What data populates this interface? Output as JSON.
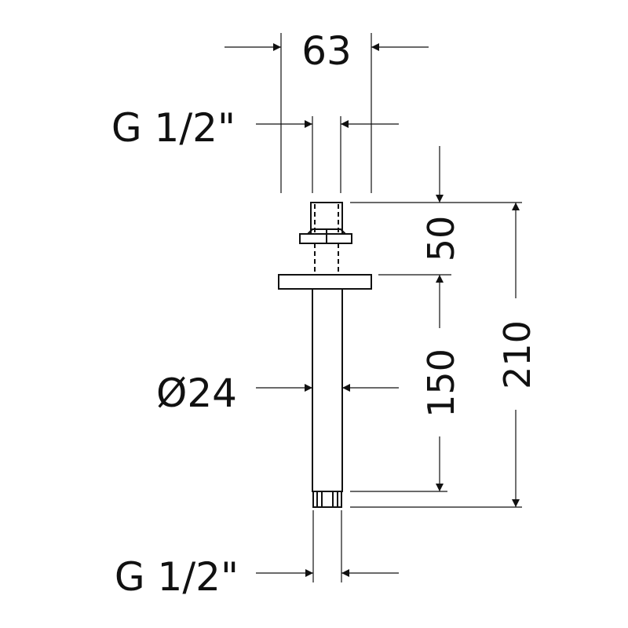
{
  "colors": {
    "line": "#111111",
    "background": "#ffffff"
  },
  "dimensions": {
    "top_width": "63",
    "thread_top": "G 1/2\"",
    "diameter": "Ø24",
    "thread_bottom": "G 1/2\"",
    "upper_length": "50",
    "pipe_length": "150",
    "total_length": "210"
  }
}
